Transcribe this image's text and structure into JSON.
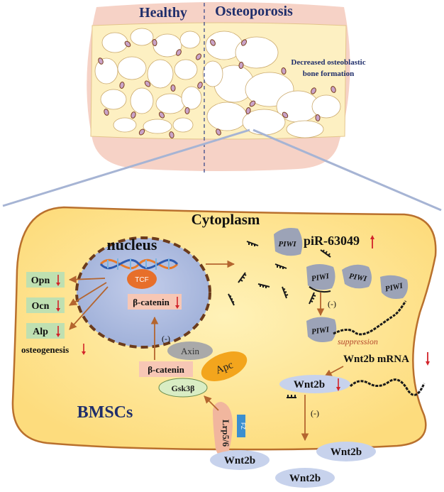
{
  "bone": {
    "healthy_label": "Healthy",
    "osteoporosis_label": "Osteoporosis",
    "caption_line1": "Decreased osteoblastic",
    "caption_line2": "bone formation"
  },
  "cell": {
    "cytoplasm_label": "Cytoplasm",
    "nucleus_label": "nucleus",
    "cell_label": "BMSCs",
    "tcf_label": "TCF",
    "beta_catenin_nuclear": "β-catenin",
    "beta_catenin_cyto": "β-catenin",
    "axin_label": "Axin",
    "apc_label": "Apc",
    "gsk_label": "Gsk3β",
    "lrp_label": "Lrp5/6",
    "fz_label": "FZ",
    "inhibit_label": "(-)",
    "markers": [
      "Opn",
      "Ocn",
      "Alp"
    ],
    "osteogenesis_label": "osteogenesis",
    "pir_label": "piR-63049",
    "piwi_label": "PIWI",
    "suppression_label": "suppression",
    "wnt2b_mrna_label": "Wnt2b mRNA",
    "wnt2b_label": "Wnt2b"
  },
  "colors": {
    "bone_outer": "#f6d2c6",
    "bone_inner": "#fdf0c2",
    "cell_fill": "#fde08a",
    "cell_border": "#b9702d",
    "nucleus_fill": "#aab8dd",
    "nucleus_border": "#6b3b1c",
    "marker_box": "#bfe0b1",
    "beta_box": "#f7c7b5",
    "piwi": "#9ca3b7",
    "wnt_ellipse": "#c7d2ec",
    "arrow": "#b4652f",
    "down_arrow": "#d2232a",
    "title_text": "#1f2e6b",
    "tcf": "#e76f2a",
    "apc": "#f3a51d",
    "axin": "#a9a9a9",
    "gsk": "#d9edc4",
    "fz": "#3b8fcf"
  }
}
